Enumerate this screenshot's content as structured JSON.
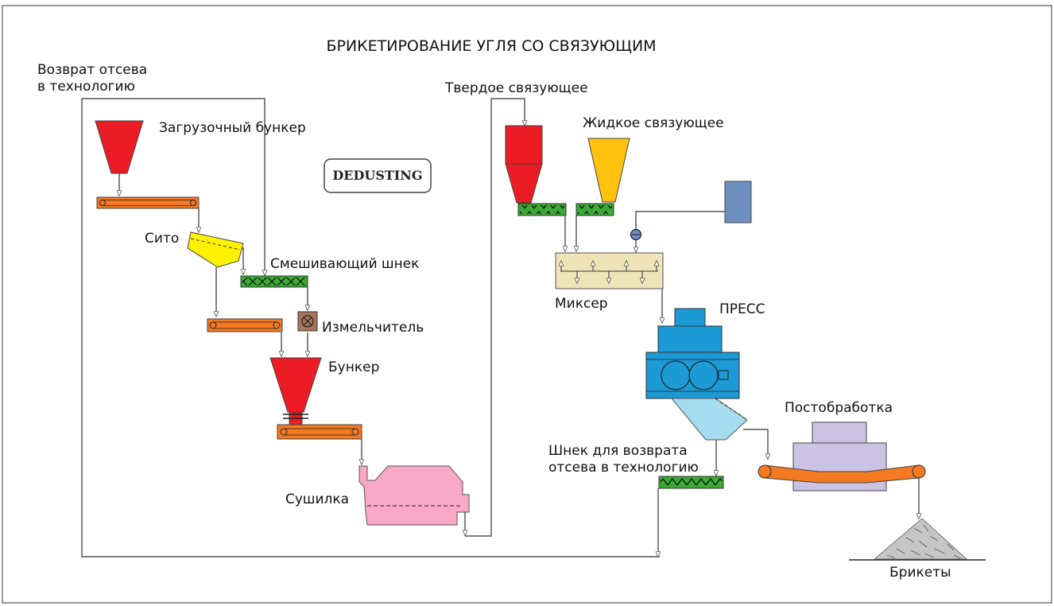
{
  "title": "БРИКЕТИРОВАНИЕ УГЛЯ СО СВЯЗУЮЩИМ",
  "labels": {
    "return_line1": "Возврат отсева",
    "return_line2": "в технологию",
    "loading_hopper": "Загрузочный бункер",
    "dedusting": "DEDUSTING",
    "sieve": "Сито",
    "mixing_screw": "Смешивающий шнек",
    "crusher": "Измельчитель",
    "hopper": "Бункер",
    "dryer": "Сушилка",
    "solid_binder": "Твердое связующее",
    "liquid_binder": "Жидкое связующее",
    "mixer": "Миксер",
    "press": "ПРЕСС",
    "post_processing": "Постобработка",
    "return_screw_line1": "Шнек для возврата",
    "return_screw_line2": "отсева в технологию",
    "briquettes": "Брикеты"
  },
  "colors": {
    "hopper_red": "#ec1c24",
    "conveyor_orange": "#f47920",
    "sieve_yellow": "#fff200",
    "screw_green": "#3aaa35",
    "crusher_brown": "#a9745a",
    "dryer_pink": "#f9a8c8",
    "binder_yellow": "#ffc20e",
    "mixer_beige": "#efe4b8",
    "tank_blue": "#6d8fc0",
    "press_blue": "#1b9ad6",
    "chute_cyan": "#a6dcef",
    "post_lavender": "#cbc3e3"
  }
}
